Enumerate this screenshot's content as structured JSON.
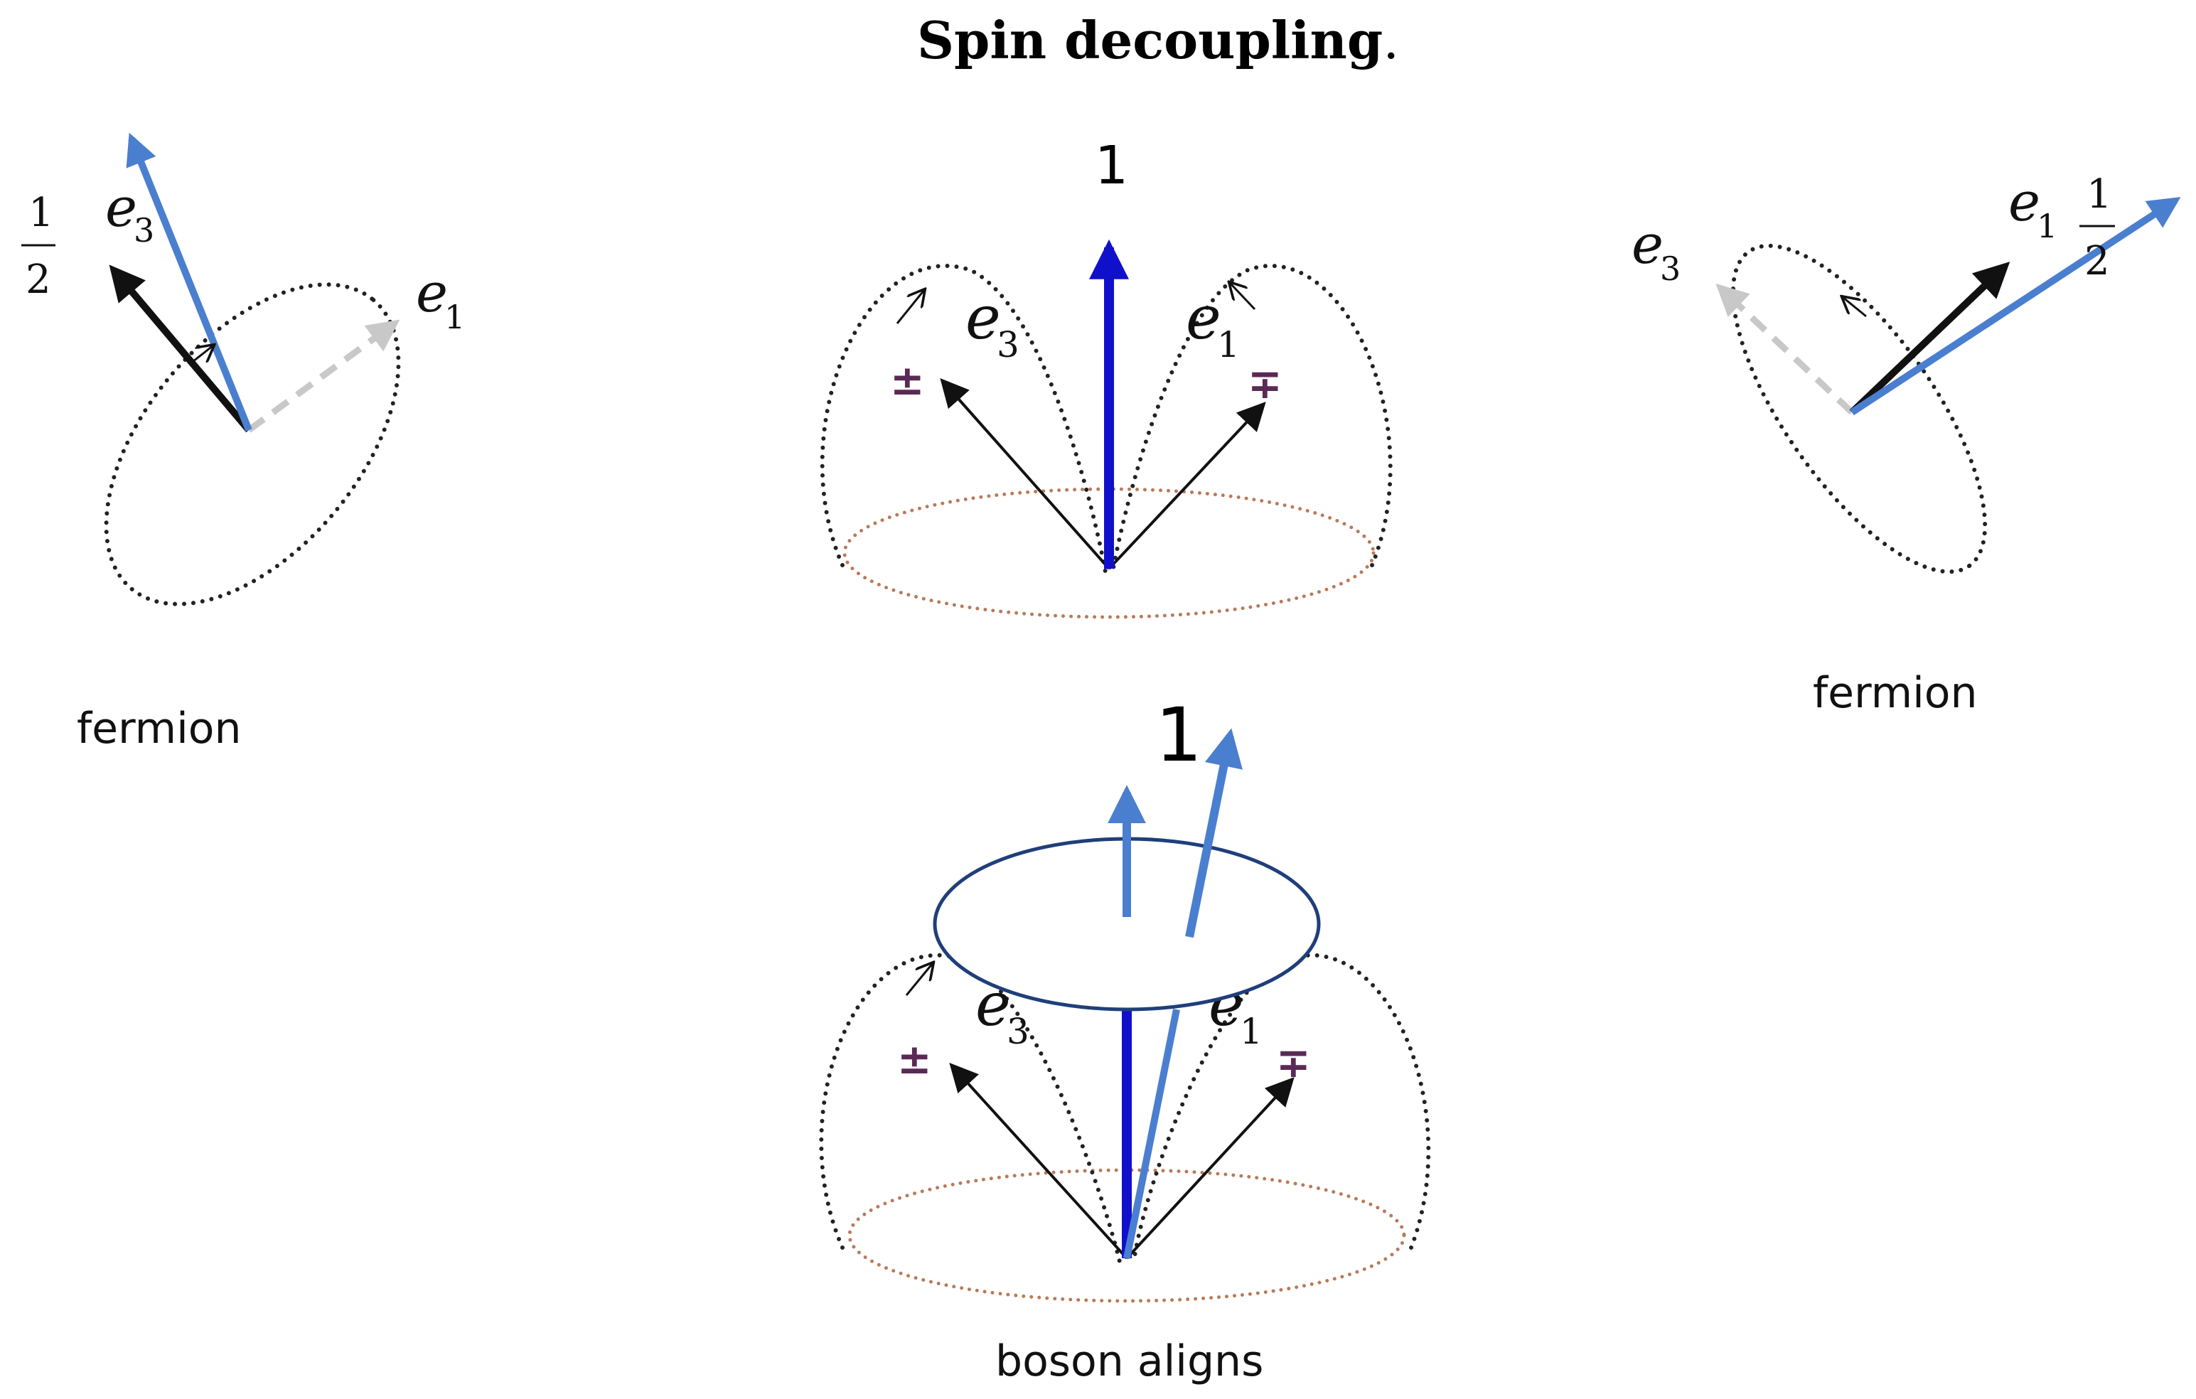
{
  "title": "Spin decoupling",
  "title_period": ".",
  "left": {
    "label": "fermion",
    "half_num": "1",
    "half_den": "2",
    "e3": "e",
    "e3_sub": "3",
    "e1": "e",
    "e1_sub": "1"
  },
  "center_top": {
    "spin": "1",
    "e3": "e",
    "e3_sub": "3",
    "e1": "e",
    "e1_sub": "1",
    "pm": "±",
    "mp": "∓"
  },
  "right": {
    "label": "fermion",
    "half_num": "1",
    "half_den": "2",
    "e3": "e",
    "e3_sub": "3",
    "e1": "e",
    "e1_sub": "1"
  },
  "bottom": {
    "label": "boson aligns",
    "spin": "1",
    "e3": "e",
    "e3_sub": "3",
    "e1": "e",
    "e1_sub": "1",
    "pm": "±",
    "mp": "∓"
  },
  "colors": {
    "blue_light": "#4a7fd0",
    "blue_dark": "#1010cc",
    "black": "#111111",
    "gray_dash": "#c8c8c8",
    "dots": "#222222",
    "base_dots": "#b87a5a"
  }
}
